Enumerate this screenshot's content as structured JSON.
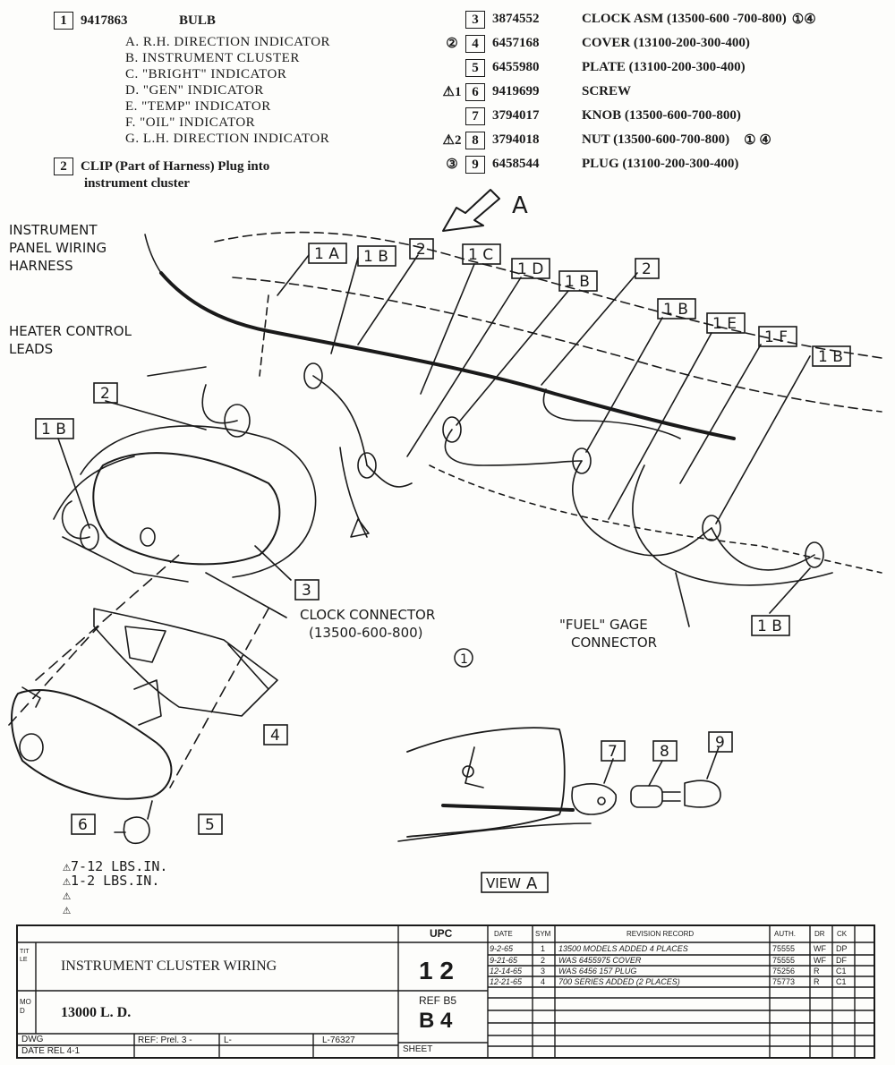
{
  "parts_left": {
    "item1": {
      "box": "1",
      "number": "9417863",
      "name": "BULB"
    },
    "subs": [
      "A.  R.H. DIRECTION INDICATOR",
      "B.  INSTRUMENT CLUSTER",
      "C.  \"BRIGHT\" INDICATOR",
      "D.  \"GEN\" INDICATOR",
      "E.  \"TEMP\" INDICATOR",
      "F.  \"OIL\" INDICATOR",
      "G.  L.H. DIRECTION INDICATOR"
    ],
    "item2": {
      "box": "2",
      "text1": "CLIP  (Part of Harness) Plug into",
      "text2": "instrument cluster"
    }
  },
  "parts_right": [
    {
      "mark": "",
      "box": "3",
      "number": "3874552",
      "desc": "CLOCK ASM (13500-600 -700-800)",
      "notes": "①④"
    },
    {
      "mark": "②",
      "box": "4",
      "number": "6457168",
      "desc": "COVER (13100-200-300-400)",
      "notes": ""
    },
    {
      "mark": "",
      "box": "5",
      "number": "6455980",
      "desc": "PLATE (13100-200-300-400)",
      "notes": ""
    },
    {
      "mark": "⚠1",
      "box": "6",
      "number": "9419699",
      "desc": "SCREW",
      "notes": ""
    },
    {
      "mark": "",
      "box": "7",
      "number": "3794017",
      "desc": "KNOB (13500-600-700-800)",
      "notes": ""
    },
    {
      "mark": "⚠2",
      "box": "8",
      "number": "3794018",
      "desc": "NUT (13500-600-700-800)",
      "notes": "①  ④"
    },
    {
      "mark": "③",
      "box": "9",
      "number": "6458544",
      "desc": "PLUG (13100-200-300-400)",
      "notes": ""
    }
  ],
  "callouts": {
    "harness": [
      "INSTRUMENT",
      "PANEL WIRING",
      "HARNESS"
    ],
    "heater": [
      "HEATER CONTROL",
      "LEADS"
    ],
    "clock_connector": [
      "CLOCK CONNECTOR",
      "(13500-600-800)"
    ],
    "clock_note": "1",
    "fuel_gage": [
      "\"FUEL\" GAGE",
      "CONNECTOR"
    ],
    "view_a": "VIEW",
    "view_letter": "A",
    "arrow_letter": "A",
    "labels": [
      "1 A",
      "1 B",
      "2",
      "1 C",
      "1 D",
      "1 B",
      "2",
      "1 B",
      "1 E",
      "1 F",
      "1 B",
      "2",
      "1 B",
      "3",
      "4",
      "5",
      "6",
      "1 B",
      "7",
      "8",
      "9"
    ]
  },
  "notes": [
    "7-12 LBS.IN.",
    "1-2 LBS.IN."
  ],
  "title_block": {
    "upc_label": "UPC",
    "title_label": "TITLE",
    "title": "INSTRUMENT CLUSTER WIRING",
    "model_label": "MOD",
    "model": "13000  L. D.",
    "upc": "1 2",
    "ref_label": "REF B5",
    "ref": "B 4",
    "dwg": "DWG",
    "date_rel": "DATE REL  4-1",
    "dwg_nums": [
      "REF: Prel. 3 -",
      "L-",
      "L-76327"
    ],
    "sheet": "SHEET",
    "rev_headers": [
      "DATE",
      "SYM",
      "REVISION RECORD",
      "AUTH.",
      "DR",
      "CK"
    ],
    "revisions": [
      {
        "date": "9-2-65",
        "sym": "1",
        "record": "13500 MODELS ADDED 4 PLACES",
        "auth": "75555",
        "dr": "WF",
        "ck": "DP"
      },
      {
        "date": "9-21-65",
        "sym": "2",
        "record": "WAS 6455975 COVER",
        "auth": "75555",
        "dr": "WF",
        "ck": "DF"
      },
      {
        "date": "12-14-65",
        "sym": "3",
        "record": "WAS 6456 157 PLUG",
        "auth": "75256",
        "dr": "R",
        "ck": "C1"
      },
      {
        "date": "12-21-65",
        "sym": "4",
        "record": "700 SERIES ADDED (2 PLACES)",
        "auth": "75773",
        "dr": "R",
        "ck": "C1"
      }
    ]
  }
}
